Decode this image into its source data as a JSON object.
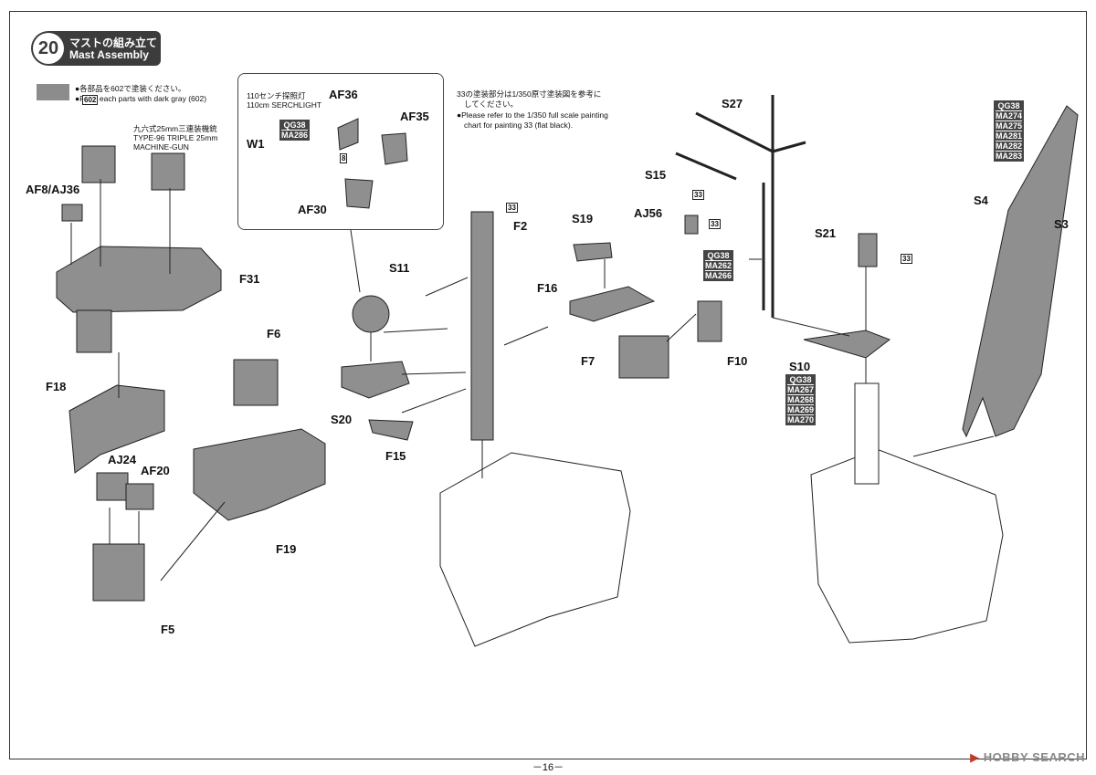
{
  "step": {
    "number": "20",
    "title_jp": "マストの組み立て",
    "title_en": "Mast Assembly"
  },
  "paint_note": {
    "jp": "●各部品を602で塗装ください。",
    "en": "●Paint each parts with dark gray (602)",
    "code": "602"
  },
  "gun_label": {
    "jp": "九六式25mm三連装機銃",
    "en1": "TYPE-96 TRIPLE 25mm",
    "en2": "MACHINE-GUN"
  },
  "searchlight": {
    "jp": "110センチ探照灯",
    "en": "110cm SERCHLIGHT"
  },
  "callout_codes": [
    "QG38",
    "MA286"
  ],
  "note33": {
    "jp1": "33の塗装部分は1/350原寸塗装図を参考に",
    "jp2": "してください。",
    "en1": "●Please refer to the 1/350 full scale painting",
    "en2": "chart for painting 33 (flat black)."
  },
  "paint_code_33": "33",
  "box_code_8": "8",
  "codes_mast": [
    "QG38",
    "MA262",
    "MA266"
  ],
  "codes_s10": [
    "QG38",
    "MA267",
    "MA268",
    "MA269",
    "MA270"
  ],
  "codes_s3": [
    "QG38",
    "MA274",
    "MA275",
    "MA281",
    "MA282",
    "MA283"
  ],
  "parts": {
    "AF8_AJ36": "AF8/AJ36",
    "F31": "F31",
    "F18": "F18",
    "F6": "F6",
    "AJ24": "AJ24",
    "AF20": "AF20",
    "F19": "F19",
    "F5": "F5",
    "W1": "W1",
    "AF36": "AF36",
    "AF35": "AF35",
    "AF30": "AF30",
    "S11": "S11",
    "S20": "S20",
    "F15": "F15",
    "F2": "F2",
    "S19": "S19",
    "F16": "F16",
    "F7": "F7",
    "F10": "F10",
    "S27": "S27",
    "S15": "S15",
    "AJ56": "AJ56",
    "S21": "S21",
    "S10": "S10",
    "S4": "S4",
    "S3": "S3"
  },
  "page_number": "－16－",
  "watermark": {
    "brand": "HOBBY SEARCH"
  }
}
